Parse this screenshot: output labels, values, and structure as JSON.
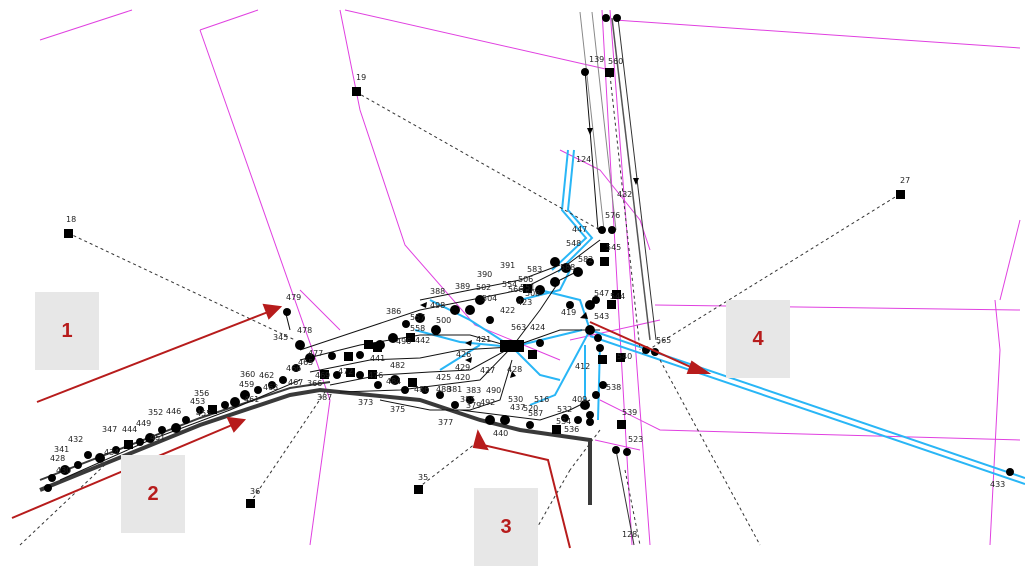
{
  "callouts": [
    {
      "label": "1"
    },
    {
      "label": "2"
    },
    {
      "label": "3"
    },
    {
      "label": "4"
    }
  ],
  "nodes": [
    {
      "label": "18"
    },
    {
      "label": "19"
    },
    {
      "label": "27"
    },
    {
      "label": "35"
    },
    {
      "label": "36"
    },
    {
      "label": "139"
    },
    {
      "label": "560"
    },
    {
      "label": "124"
    },
    {
      "label": "432"
    },
    {
      "label": "447"
    },
    {
      "label": "576"
    },
    {
      "label": "548"
    },
    {
      "label": "545"
    },
    {
      "label": "544"
    },
    {
      "label": "547"
    },
    {
      "label": "543"
    },
    {
      "label": "540"
    },
    {
      "label": "539"
    },
    {
      "label": "538"
    },
    {
      "label": "523"
    },
    {
      "label": "128"
    },
    {
      "label": "433"
    },
    {
      "label": "565"
    },
    {
      "label": "412"
    },
    {
      "label": "479"
    },
    {
      "label": "478"
    },
    {
      "label": "345"
    },
    {
      "label": "387"
    },
    {
      "label": "373"
    },
    {
      "label": "375"
    },
    {
      "label": "377"
    },
    {
      "label": "440"
    },
    {
      "label": "421"
    },
    {
      "label": "426"
    },
    {
      "label": "427"
    },
    {
      "label": "428"
    },
    {
      "label": "422"
    },
    {
      "label": "423"
    },
    {
      "label": "419"
    },
    {
      "label": "424"
    },
    {
      "label": "563"
    },
    {
      "label": "391"
    },
    {
      "label": "390"
    },
    {
      "label": "389"
    },
    {
      "label": "388"
    },
    {
      "label": "386"
    },
    {
      "label": "441"
    },
    {
      "label": "442"
    },
    {
      "label": "482"
    },
    {
      "label": "476"
    },
    {
      "label": "477"
    },
    {
      "label": "472"
    },
    {
      "label": "469"
    },
    {
      "label": "467"
    },
    {
      "label": "466"
    },
    {
      "label": "465"
    },
    {
      "label": "463"
    },
    {
      "label": "462"
    },
    {
      "label": "461"
    },
    {
      "label": "459"
    },
    {
      "label": "455"
    },
    {
      "label": "453"
    },
    {
      "label": "451"
    },
    {
      "label": "449"
    },
    {
      "label": "446"
    },
    {
      "label": "444"
    },
    {
      "label": "434"
    },
    {
      "label": "432"
    },
    {
      "label": "430"
    },
    {
      "label": "428"
    },
    {
      "label": "341"
    },
    {
      "label": "347"
    },
    {
      "label": "352"
    },
    {
      "label": "356"
    },
    {
      "label": "360"
    },
    {
      "label": "500"
    },
    {
      "label": "502"
    },
    {
      "label": "504"
    },
    {
      "label": "506"
    },
    {
      "label": "508"
    },
    {
      "label": "558"
    },
    {
      "label": "557"
    },
    {
      "label": "496"
    },
    {
      "label": "498"
    },
    {
      "label": "484"
    },
    {
      "label": "486"
    },
    {
      "label": "488"
    },
    {
      "label": "490"
    },
    {
      "label": "492"
    },
    {
      "label": "420"
    },
    {
      "label": "425"
    },
    {
      "label": "429"
    },
    {
      "label": "437"
    },
    {
      "label": "516"
    },
    {
      "label": "532"
    },
    {
      "label": "534"
    },
    {
      "label": "536"
    },
    {
      "label": "409"
    },
    {
      "label": "587"
    },
    {
      "label": "381"
    },
    {
      "label": "383"
    },
    {
      "label": "385"
    },
    {
      "label": "379"
    },
    {
      "label": "566"
    },
    {
      "label": "554"
    },
    {
      "label": "551"
    },
    {
      "label": "588"
    },
    {
      "label": "582"
    },
    {
      "label": "583"
    },
    {
      "label": "530"
    },
    {
      "label": "520"
    },
    {
      "label": "366"
    }
  ],
  "colors": {
    "parcel_line": "#e040e0",
    "cable_blue": "#29b6f6",
    "callout_arrow": "#b71c1c",
    "callout_box": "#e7e7e7",
    "node": "#000000"
  }
}
